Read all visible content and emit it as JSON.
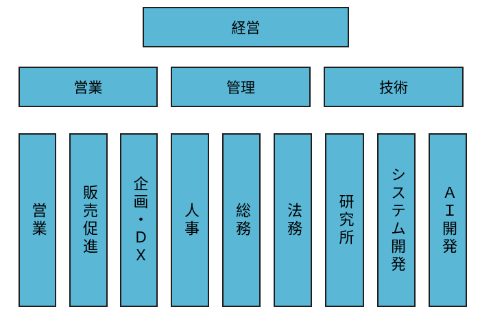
{
  "top": {
    "label": "経営"
  },
  "divisions": [
    {
      "label": "営業"
    },
    {
      "label": "管理"
    },
    {
      "label": "技術"
    }
  ],
  "departments": [
    {
      "label": "営業"
    },
    {
      "label": "販売促進"
    },
    {
      "label": "企画・ＤＸ"
    },
    {
      "label": "人事"
    },
    {
      "label": "総務"
    },
    {
      "label": "法務"
    },
    {
      "label": "研究所"
    },
    {
      "label": "システム開発"
    },
    {
      "label": "ＡＩ開発"
    }
  ],
  "colors": {
    "box_fill": "#5ab7d6",
    "box_border": "#1d1d1d"
  }
}
